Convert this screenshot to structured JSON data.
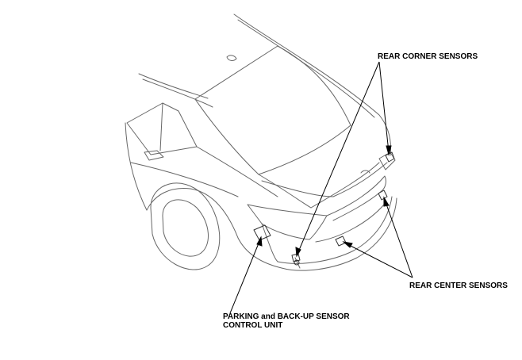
{
  "labels": {
    "rear_corner_sensors": "REAR CORNER SENSORS",
    "rear_center_sensors": "REAR CENTER SENSORS",
    "control_unit_line1": "PARKING and BACK-UP SENSOR",
    "control_unit_line2": "CONTROL UNIT"
  },
  "colors": {
    "outline": "#666666",
    "leader": "#000000",
    "background": "#ffffff"
  }
}
